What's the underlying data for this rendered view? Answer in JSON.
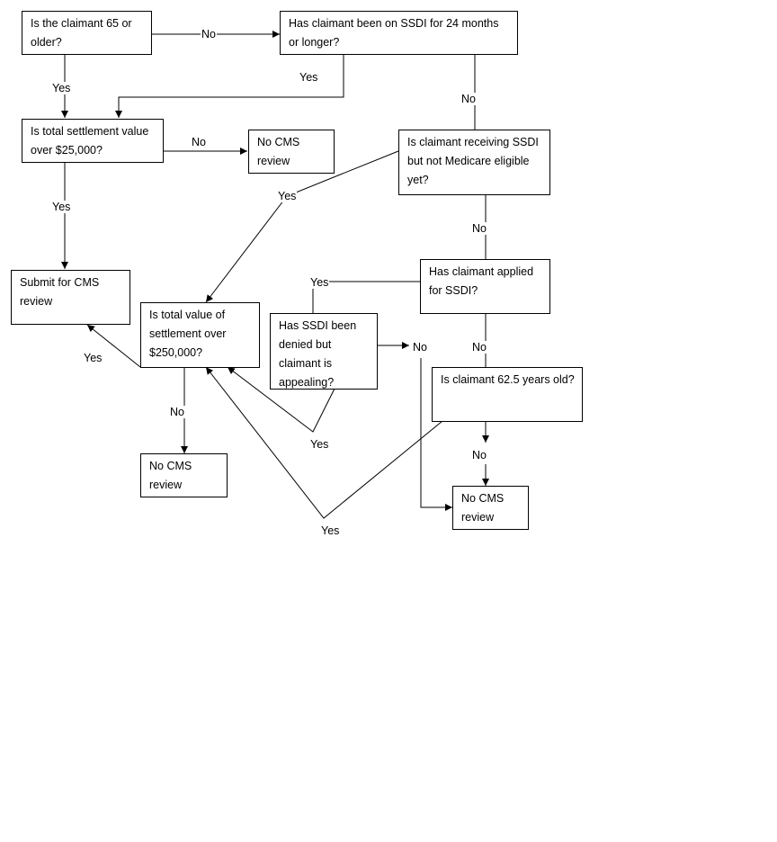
{
  "nodes": {
    "q_age65": "Is the claimant 65 or older?",
    "q_ssdi24": "Has claimant been on SSDI for 24 months or longer?",
    "q_settle25k": "Is total settlement value over $25,000?",
    "end_no_review_1": "No CMS review",
    "q_receiving_ssdi": "Is claimant receiving SSDI but not Medicare eligible yet?",
    "end_submit": "Submit for CMS review",
    "q_applied_ssdi": "Has claimant applied for SSDI?",
    "q_settle250k": "Is total value of settlement over $250,000?",
    "q_denied_appealing": "Has SSDI been denied but claimant is appealing?",
    "q_age625": "Is claimant 62.5 years old?",
    "end_no_review_2": "No CMS review",
    "end_no_review_3": "No CMS review"
  },
  "edges": {
    "age65_no": "No",
    "age65_yes": "Yes",
    "ssdi24_yes": "Yes",
    "ssdi24_no": "No",
    "settle25k_no": "No",
    "settle25k_yes": "Yes",
    "receiving_yes": "Yes",
    "receiving_no": "No",
    "applied_yes": "Yes",
    "applied_no": "No",
    "settle250k_yes": "Yes",
    "settle250k_no": "No",
    "denied_no": "No",
    "denied_yes": "Yes",
    "age625_no": "No",
    "age625_yes": "Yes"
  }
}
